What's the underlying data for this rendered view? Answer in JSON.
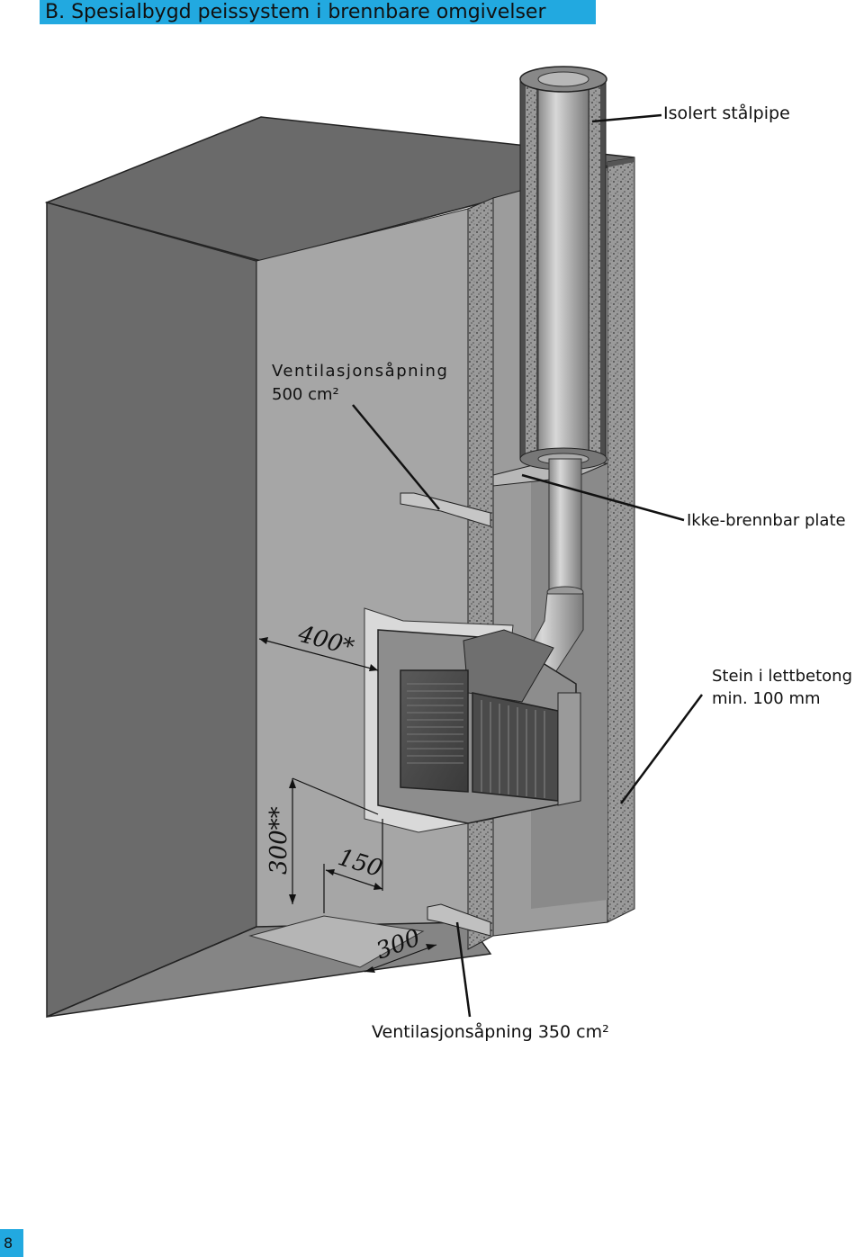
{
  "title": "B. Spesialbygd peissystem i brennbare omgivelser",
  "labels": {
    "pipe": "Isolert stålpipe",
    "vent_top_line1": "Ventilasjonsåpning",
    "vent_top_line2": "500 cm²",
    "plate": "Ikke-brennbar plate",
    "stone_line1": "Stein i lettbetong",
    "stone_line2": "min. 100 mm",
    "vent_bottom": "Ventilasjonsåpning 350 cm²"
  },
  "dimensions": {
    "side": "400*",
    "height": "300**",
    "front_small": "150",
    "front_large": "300"
  },
  "page_number": "8",
  "colors": {
    "accent": "#22a9e0",
    "wall_dark": "#6e6e6e",
    "wall_mid": "#8c8c8c",
    "wall_light": "#b4b4b4",
    "concrete": "#a8a8a8"
  }
}
